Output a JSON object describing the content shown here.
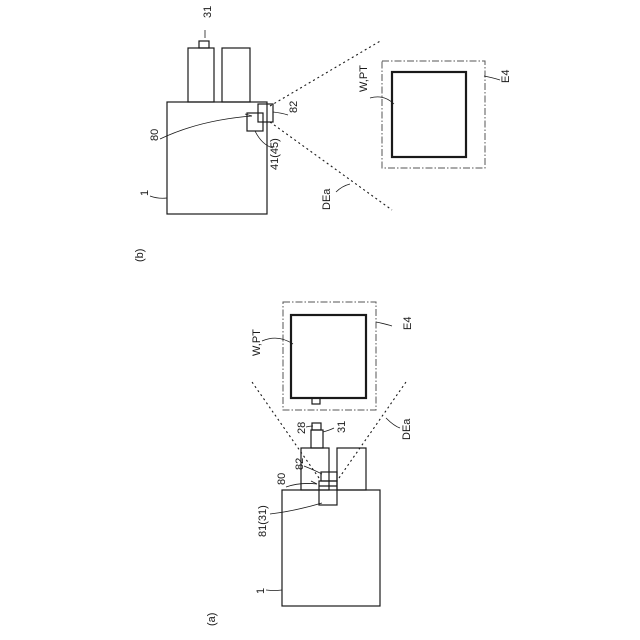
{
  "figure_a": {
    "caption": "(a)",
    "labels": {
      "ref_1": "1",
      "ref_81_31": "81(31)",
      "ref_80": "80",
      "ref_82": "82",
      "ref_28": "28",
      "ref_31": "31",
      "ref_wpt": "W,PT",
      "ref_e4": "E4",
      "ref_dea": "DEa"
    }
  },
  "figure_b": {
    "caption": "(b)",
    "labels": {
      "ref_1": "1",
      "ref_80": "80",
      "ref_41_45": "41(45)",
      "ref_82": "82",
      "ref_31": "31",
      "ref_wpt": "W,PT",
      "ref_e4": "E4",
      "ref_dea": "DEa"
    }
  }
}
